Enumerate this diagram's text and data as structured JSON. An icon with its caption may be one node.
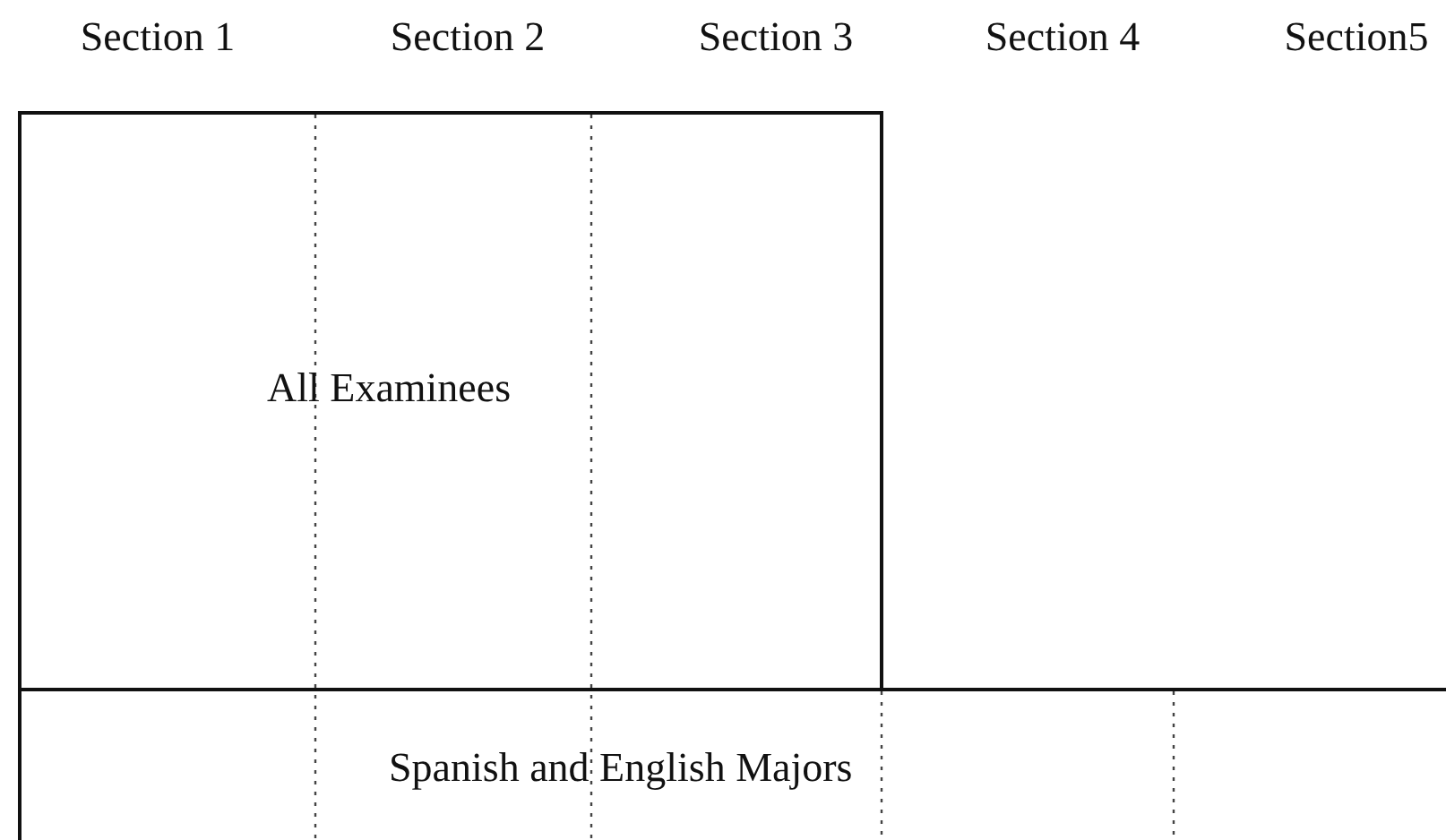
{
  "diagram": {
    "nodes": [
      {
        "text": [
          "All Examinees"
        ]
      },
      {
        "text": [
          "Spanish and English Majors"
        ]
      }
    ],
    "labels": [
      "Section 1",
      "Section 2",
      "Section 3",
      "Section 4",
      "Section5"
    ]
  }
}
